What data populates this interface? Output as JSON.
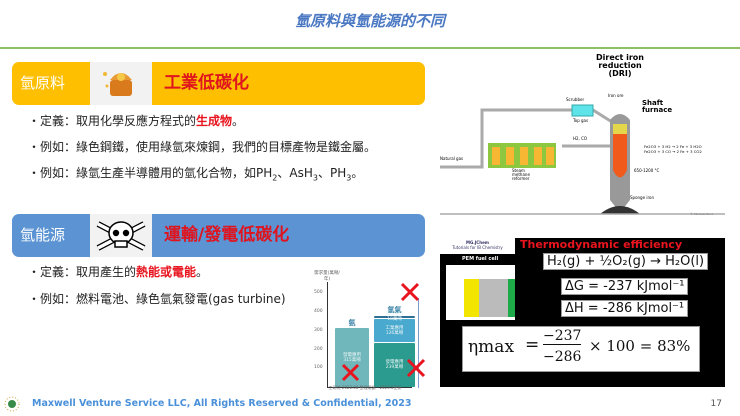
{
  "title": "氫原料與氫能源的不同",
  "section1": {
    "tag": "氫原料",
    "icon": "treasure-chest-icon",
    "heading": "工業低碳化",
    "bullets": [
      {
        "prefix": "・定義：取用化學反應方程式的",
        "highlight": "生成物",
        "suffix": "。"
      },
      {
        "text": "・例如：綠色鋼鐵，使用綠氫來煉鋼，我們的目標產物是鐵金屬。"
      },
      {
        "prefix": "・例如：綠氫生產半導體用的氫化合物，如PH",
        "s1": "2",
        "m1": "、AsH",
        "s2": "3",
        "m2": "、PH",
        "s3": "3",
        "suffix": "。"
      }
    ],
    "color": "#fdbf00"
  },
  "section2": {
    "tag": "氫能源",
    "icon": "skull-crossbones-icon",
    "heading": "運輸/發電低碳化",
    "bullets": [
      {
        "prefix": "・定義：取用產生的",
        "highlight": "熱能或電能",
        "suffix": "。"
      },
      {
        "text": "・例如：燃料電池、綠色氫氣發電(gas turbine)"
      }
    ],
    "color": "#5b93d3"
  },
  "chart_data": {
    "type": "bar",
    "ylabel": "需求量(萬噸/年)",
    "yticks": [
      "100",
      "200",
      "300",
      "400",
      "500"
    ],
    "ylim": [
      0,
      520
    ],
    "categories": [
      "氨",
      "氫氣"
    ],
    "bars": [
      {
        "category": "氨",
        "segments": [
          {
            "label": "發電應用",
            "value_label": "315萬噸",
            "value": 315,
            "color": "#6fb7bb"
          }
        ]
      },
      {
        "category": "氫氣",
        "segments": [
          {
            "label": "發電應用",
            "value_label": "239萬噸",
            "value": 239,
            "color": "#2b9a8f"
          },
          {
            "label": "工業應用",
            "value_label": "126萬噸",
            "value": 126,
            "color": "#4aa9cf"
          },
          {
            "label": "氫原應用",
            "value_label": "18萬噸",
            "value": 18,
            "color": "#2f6f95"
          }
        ]
      }
    ],
    "source": "工研院 2022.08 整理用語 · 2023.5更新"
  },
  "dri": {
    "title_lines": [
      "Direct iron",
      "reduction",
      "(DRI)"
    ],
    "labels": {
      "iron_ore": "Iron ore",
      "shaft": "Shaft",
      "furnace": "furnace",
      "scrubber": "Scrubber",
      "top_gas": "Top gas",
      "h2co": "H2, CO",
      "natural_gas": "Natural gas",
      "smr": [
        "Steam",
        "methane",
        "reformer"
      ],
      "eq1": "Fe2O3 + 3 H2 → 2 Fe + 3 H2O",
      "eq2": "Fe2O3 + 3 CO → 2 Fe + 3 CO2",
      "temp": "650-1200 °C",
      "sponge": "Sponge iron",
      "credit": "© Michael Sura"
    }
  },
  "thermo": {
    "brand": "MG.JChem",
    "brand_sub": "Tutorials for IB Chemistry",
    "title": "Thermodynamic efficiency",
    "fuel_cell_label": "PEM fuel cell",
    "reaction": "H₂(g) + ½O₂(g) → H₂O(l)",
    "dg": "ΔG = -237 kJmol⁻¹",
    "dh": "ΔH = -286 kJmol⁻¹",
    "eta": "ηmax",
    "num": "−237",
    "den": "−286",
    "result": "× 100 = 83%"
  },
  "footer": "Maxwell Venture Service LLC, All Rights Reserved & Confidential, 2023",
  "page_number": "17"
}
